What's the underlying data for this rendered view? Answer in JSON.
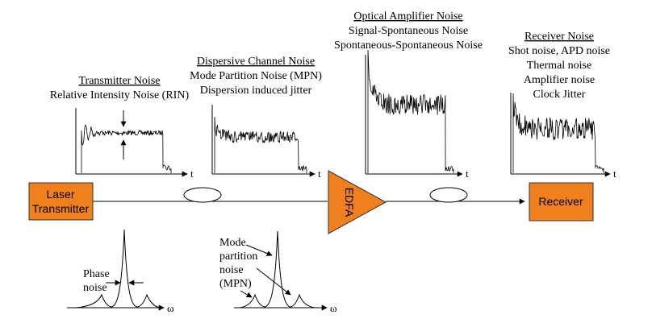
{
  "panels": {
    "transmitter": {
      "title": "Transmitter Noise",
      "lines": [
        "Relative Intensity Noise (RIN)"
      ],
      "axis_label": "t"
    },
    "channel": {
      "title": "Dispersive Channel Noise",
      "lines": [
        "Mode Partition Noise (MPN)",
        "Dispersion induced jitter"
      ],
      "axis_label": "t"
    },
    "amplifier": {
      "title": "Optical Amplifier Noise",
      "lines": [
        "Signal-Spontaneous Noise",
        "Spontaneous-Spontaneous Noise"
      ],
      "axis_label": "t"
    },
    "receiver": {
      "title": "Receiver Noise",
      "lines": [
        "Shot noise, APD noise",
        "Thermal noise",
        "Amplifier noise",
        "Clock Jitter"
      ],
      "axis_label": "t"
    }
  },
  "blocks": {
    "laser": {
      "lines": [
        "Laser",
        "Transmitter"
      ]
    },
    "edfa": {
      "label": "EDFA"
    },
    "receiver": {
      "label": "Receiver"
    }
  },
  "spectra": {
    "phase": {
      "label_lines": [
        "Phase",
        "noise"
      ],
      "axis_label": "ω"
    },
    "mpn": {
      "label_lines": [
        "Mode",
        "partition",
        "noise",
        "(MPN)"
      ],
      "axis_label": "ω"
    }
  },
  "colors": {
    "block_fill": "#F07F1E",
    "block_stroke": "#333333",
    "line": "#000000"
  }
}
